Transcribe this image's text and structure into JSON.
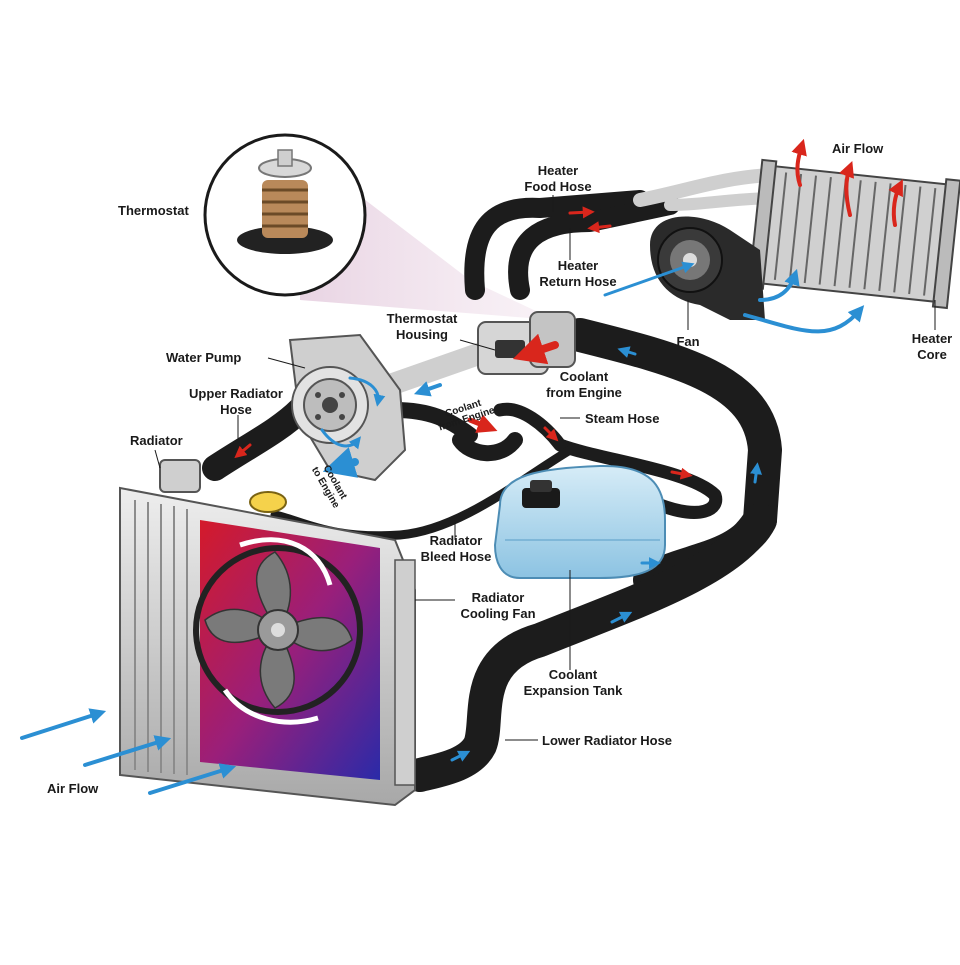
{
  "labels": {
    "thermostat": "Thermostat",
    "heater_food_hose": [
      "Heater",
      "Food Hose"
    ],
    "heater_return_hose": [
      "Heater",
      "Return Hose"
    ],
    "air_flow_top": "Air Flow",
    "fan": "Fan",
    "heater_core": [
      "Heater",
      "Core"
    ],
    "thermostat_housing": [
      "Thermostat",
      "Housing"
    ],
    "water_pump": "Water Pump",
    "coolant_from_engine": [
      "Coolant",
      "from Engine"
    ],
    "upper_radiator_hose": [
      "Upper Radiator",
      "Hose"
    ],
    "coolant_from_engine_small": [
      "Coolant",
      "from Engine"
    ],
    "steam_hose": "Steam Hose",
    "radiator": "Radiator",
    "coolant_to_engine": [
      "Coolant",
      "to Engine"
    ],
    "radiator_bleed_hose": [
      "Radiator",
      "Bleed Hose"
    ],
    "radiator_cooling_fan": [
      "Radiator",
      "Cooling Fan"
    ],
    "coolant_expansion_tank": [
      "Coolant",
      "Expansion Tank"
    ],
    "lower_radiator_hose": "Lower Radiator Hose",
    "air_flow_bottom": "Air Flow"
  },
  "colors": {
    "hose": "#1c1c1c",
    "hot_arrow": "#d9261c",
    "cold_arrow": "#2b8fd3",
    "radiator_red": "#d41a2a",
    "radiator_blue": "#2a2aa8",
    "tank": "#a9d4ea",
    "metal": "#c8c8c8"
  }
}
